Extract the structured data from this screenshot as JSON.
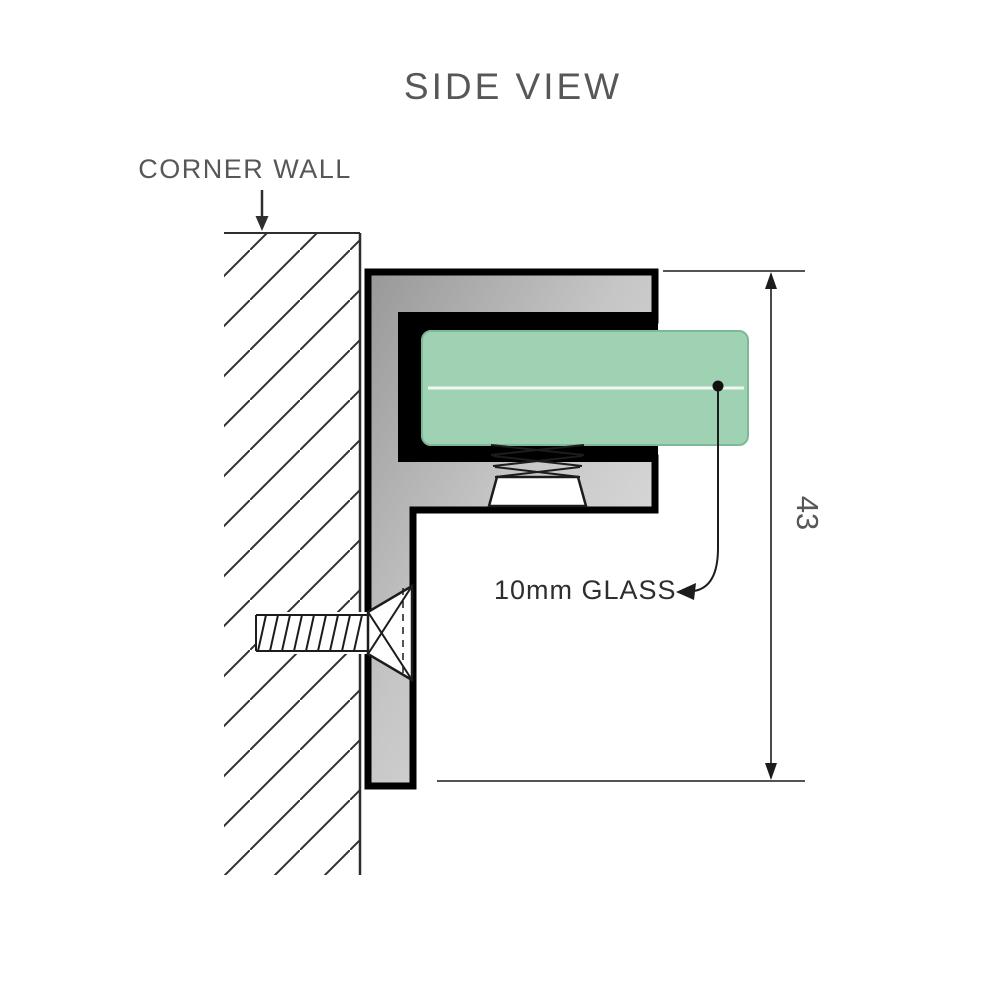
{
  "diagram": {
    "title": "SIDE VIEW",
    "corner_wall_label": "CORNER WALL",
    "glass_label": "10mm GLASS",
    "dimension_value": "43",
    "colors": {
      "glass": "#9ed2b3",
      "glass_edge": "#7cba97",
      "text_gray": "#575757",
      "label_dark": "#2e2e2e",
      "outline": "#000000",
      "metal_light": "#e3e3e3",
      "metal_dark": "#9a9a9a"
    }
  }
}
